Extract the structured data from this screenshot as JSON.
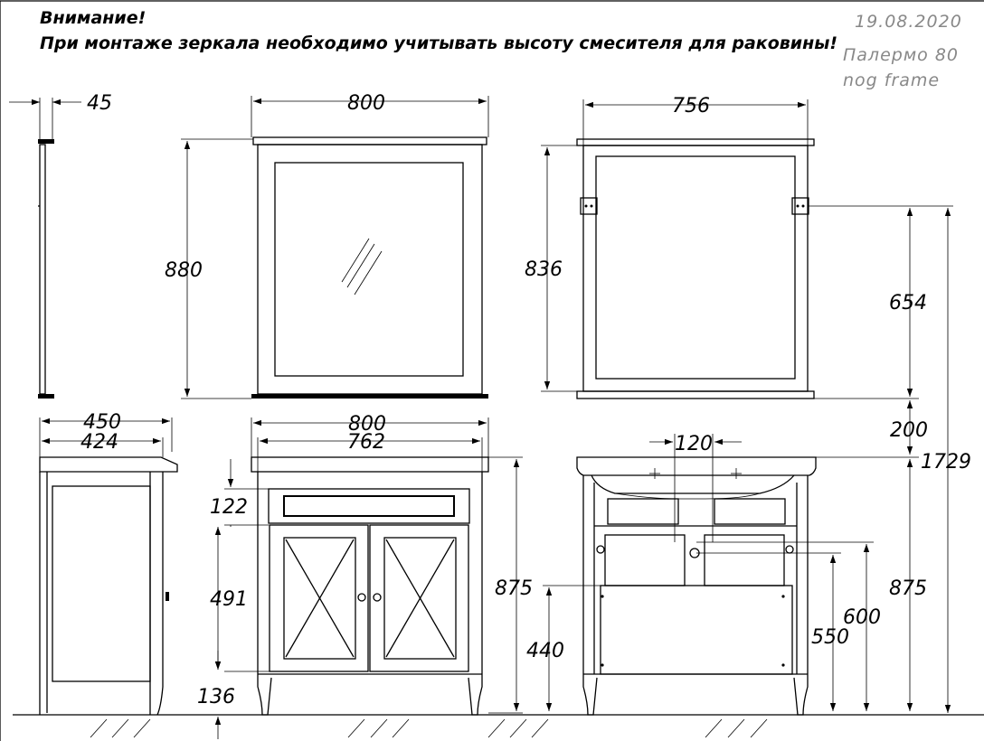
{
  "header": {
    "notice_title": "Внимание!",
    "notice_text": "При монтаже зеркала необходимо учитывать высоту смесителя для раковины!",
    "date": "19.08.2020",
    "model": "Палермо 80",
    "variant": "nog frame"
  },
  "dimensions": {
    "mirror_side_depth": "45",
    "mirror_front_width": "800",
    "mirror_front_height": "880",
    "mirror_back_width": "756",
    "mirror_back_height": "836",
    "mirror_hanger_height": "654",
    "gap_above_basin": "200",
    "total_height": "1729",
    "base_side_depth": "450",
    "base_side_body_depth": "424",
    "base_front_width": "800",
    "base_front_body_width": "762",
    "drawer_height": "122",
    "doors_height": "491",
    "legs_height": "136",
    "base_front_height": "875",
    "shelf_height": "440",
    "basin_holes_spacing": "120",
    "drain_height_600": "600",
    "drain_height_550": "550",
    "base_back_height": "875"
  }
}
